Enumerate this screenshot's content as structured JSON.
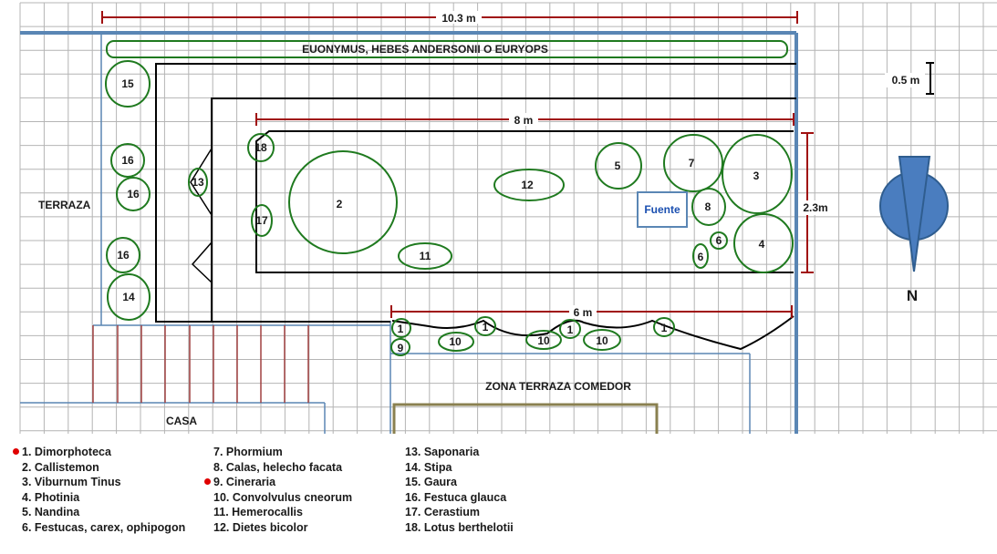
{
  "dimensions": {
    "total_width": "10.3 m",
    "inner_width": "8 m",
    "front_width": "6 m",
    "depth": "2.3m",
    "scale": "0.5 m"
  },
  "zones": {
    "hedge": "EUONYMUS, HEBES ANDERSONII O EURYOPS",
    "terraza": "TERRAZA",
    "casa": "CASA",
    "comedor": "ZONA TERRAZA COMEDOR",
    "fountain": "Fuente",
    "north": "N"
  },
  "plants": [
    {
      "id": "15",
      "label": "15"
    },
    {
      "id": "16a",
      "label": "16"
    },
    {
      "id": "16b",
      "label": "16"
    },
    {
      "id": "16c",
      "label": "16"
    },
    {
      "id": "14",
      "label": "14"
    },
    {
      "id": "13",
      "label": "13"
    },
    {
      "id": "18",
      "label": "18"
    },
    {
      "id": "17",
      "label": "17"
    },
    {
      "id": "2",
      "label": "2"
    },
    {
      "id": "11",
      "label": "11"
    },
    {
      "id": "12",
      "label": "12"
    },
    {
      "id": "5",
      "label": "5"
    },
    {
      "id": "7",
      "label": "7"
    },
    {
      "id": "3",
      "label": "3"
    },
    {
      "id": "8",
      "label": "8"
    },
    {
      "id": "6a",
      "label": "6"
    },
    {
      "id": "6b",
      "label": "6"
    },
    {
      "id": "4",
      "label": "4"
    },
    {
      "id": "1a",
      "label": "1"
    },
    {
      "id": "1b",
      "label": "1"
    },
    {
      "id": "1c",
      "label": "1"
    },
    {
      "id": "1d",
      "label": "1"
    },
    {
      "id": "9",
      "label": "9"
    },
    {
      "id": "10a",
      "label": "10"
    },
    {
      "id": "10b",
      "label": "10"
    },
    {
      "id": "10c",
      "label": "10"
    }
  ],
  "legend": {
    "col1": [
      {
        "text": "1. Dimorphoteca",
        "marked": true
      },
      {
        "text": "2. Callistemon",
        "marked": false
      },
      {
        "text": "3. Viburnum Tinus",
        "marked": false
      },
      {
        "text": "4. Photinia",
        "marked": false
      },
      {
        "text": "5. Nandina",
        "marked": false
      },
      {
        "text": "6. Festucas, carex, ophipogon",
        "marked": false
      }
    ],
    "col2": [
      {
        "text": "7. Phormium",
        "marked": false
      },
      {
        "text": "8. Calas, helecho facata",
        "marked": false
      },
      {
        "text": "9. Cineraria",
        "marked": true
      },
      {
        "text": "10. Convolvulus cneorum",
        "marked": false
      },
      {
        "text": "11. Hemerocallis",
        "marked": false
      },
      {
        "text": "12. Dietes bicolor",
        "marked": false
      }
    ],
    "col3": [
      {
        "text": "13. Saponaria",
        "marked": false
      },
      {
        "text": "14. Stipa",
        "marked": false
      },
      {
        "text": "15. Gaura",
        "marked": false
      },
      {
        "text": "16. Festuca glauca",
        "marked": false
      },
      {
        "text": "17. Cerastium",
        "marked": false
      },
      {
        "text": "18. Lotus berthelotii",
        "marked": false
      }
    ]
  },
  "colors": {
    "grid": "#b4b4b4",
    "wall": "#5a86b4",
    "plant": "#1f7a1f",
    "dimension": "#a01010",
    "bed": "#000000",
    "deck": "#a04040",
    "fountain": "#1a4fb0",
    "compass": "#4a7dbf",
    "marker": "#e00000"
  }
}
